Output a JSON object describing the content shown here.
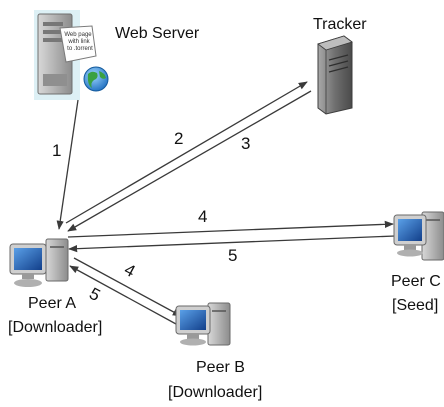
{
  "nodes": {
    "web_server": {
      "label": "Web Server",
      "page_text": [
        "Web page",
        "with link",
        "to .torrent"
      ]
    },
    "tracker": {
      "label": "Tracker"
    },
    "peer_a": {
      "name": "Peer A",
      "role": "[Downloader]"
    },
    "peer_b": {
      "name": "Peer B",
      "role": "[Downloader]"
    },
    "peer_c": {
      "name": "Peer C",
      "role": "[Seed]"
    }
  },
  "edges": [
    {
      "id": "e1",
      "label": "1",
      "from": "web_server",
      "to": "peer_a"
    },
    {
      "id": "e2",
      "label": "2",
      "from": "peer_a",
      "to": "tracker"
    },
    {
      "id": "e3",
      "label": "3",
      "from": "tracker",
      "to": "peer_a"
    },
    {
      "id": "e4c",
      "label": "4",
      "from": "peer_a",
      "to": "peer_c"
    },
    {
      "id": "e5c",
      "label": "5",
      "from": "peer_c",
      "to": "peer_a"
    },
    {
      "id": "e4b",
      "label": "4",
      "from": "peer_a",
      "to": "peer_b"
    },
    {
      "id": "e5b",
      "label": "5",
      "from": "peer_b",
      "to": "peer_a"
    }
  ],
  "colors": {
    "line": "#3a3a3a",
    "screen": "#1e5fb0",
    "server": "#9a9a9a",
    "globe": "#2f8f3a",
    "text": "#111111"
  },
  "icons": [
    "server-icon",
    "globe-icon",
    "tracker-server-icon",
    "computer-icon"
  ]
}
